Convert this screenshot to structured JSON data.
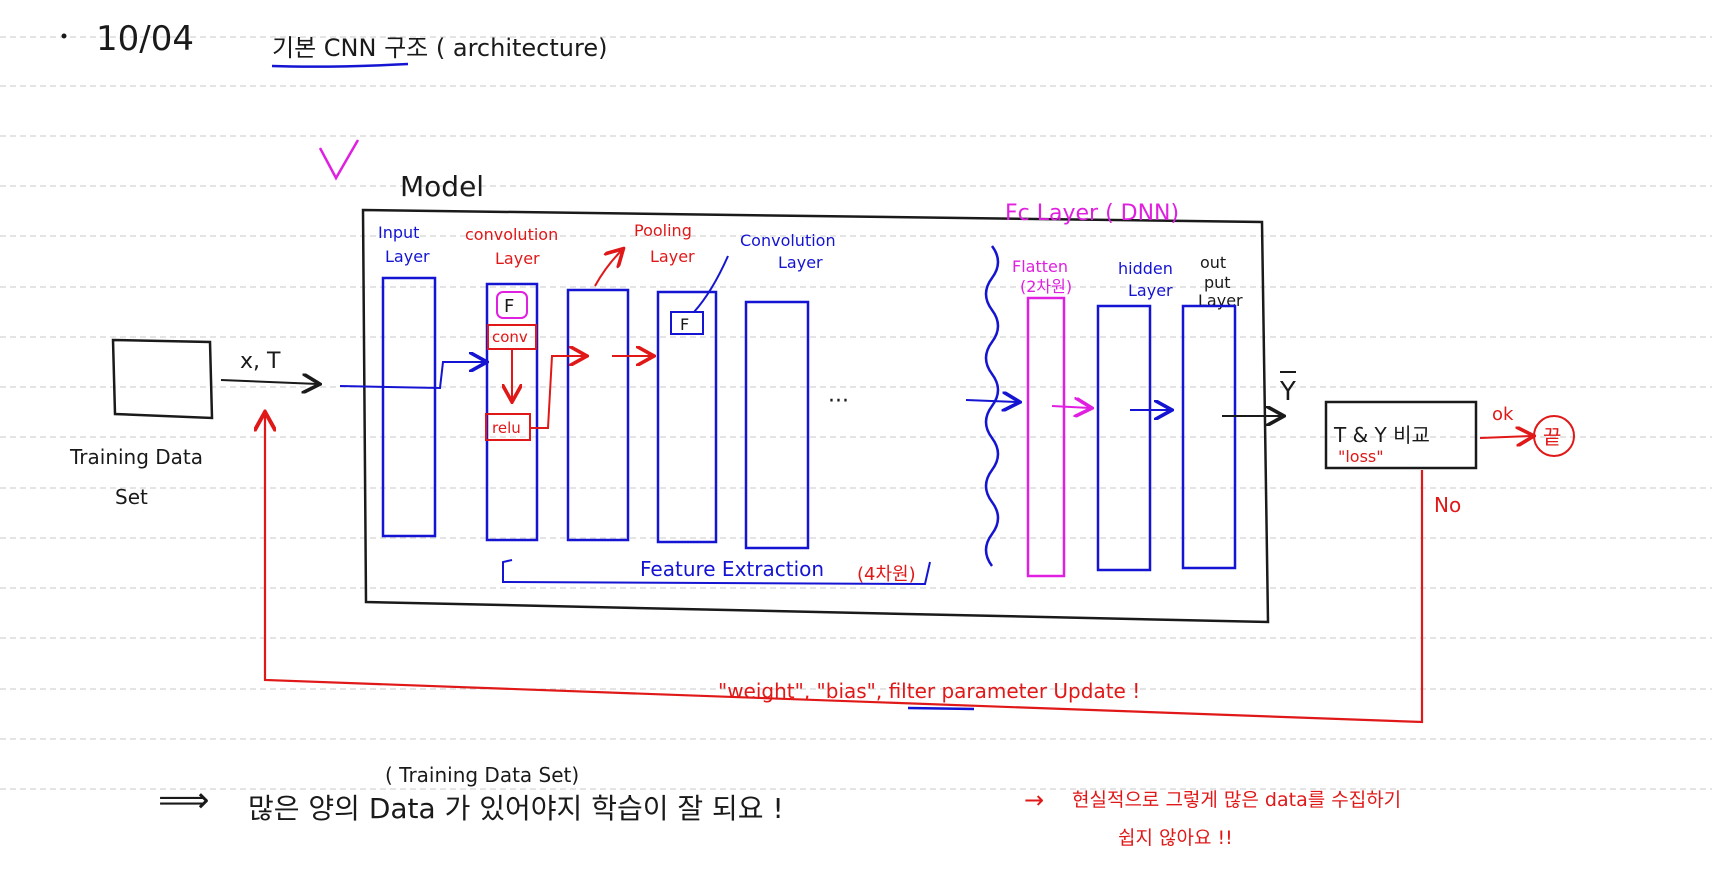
{
  "header": {
    "date": "10/04",
    "title": "기본 CNN 구조 ( architecture)"
  },
  "model_label": "Model",
  "fc_label": "Fc Layer ( DNN)",
  "layers": {
    "input": [
      "Input",
      "Layer"
    ],
    "conv1": [
      "convolution",
      "Layer"
    ],
    "pooling": [
      "Pooling",
      "Layer"
    ],
    "conv2": [
      "Convolution",
      "Layer"
    ],
    "flatten": [
      "Flatten",
      "(2차원)"
    ],
    "hidden": [
      "hidden",
      "Layer"
    ],
    "output": [
      "out",
      "put",
      "Layer"
    ]
  },
  "inner_boxes": {
    "filter": "F",
    "conv": "conv",
    "relu": "relu",
    "pool_filter": "F"
  },
  "ellipsis": "···",
  "feature_extraction": "Feature Extraction",
  "feature_extraction_dim": "(4차원)",
  "training": {
    "arrow_label": "x, T",
    "caption_line1": "Training Data",
    "caption_line2": "Set"
  },
  "y_hat": "Y",
  "compare": {
    "text": "T & Y 비교",
    "loss": "\"loss\"",
    "ok": "ok",
    "end": "끝",
    "no": "No"
  },
  "update_note": "\"weight\", \"bias\", filter parameter  Update !",
  "conclusion": {
    "note_top": "( Training Data Set)",
    "arrow": "⟹",
    "main": "많은 양의  Data 가  있어야지  학습이  잘  되요 !",
    "red_arrow": "→",
    "red_line1": "현실적으로  그렇게  많은 data를  수집하기",
    "red_line2": "쉽지 않아요 !!"
  },
  "colors": {
    "ink": "#1a1a1a",
    "blue": "#1414d2",
    "red": "#e01818",
    "magenta": "#e020e0",
    "rule": "#c8c8c8"
  }
}
